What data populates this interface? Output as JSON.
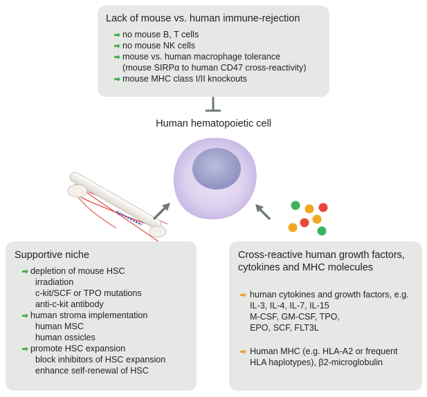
{
  "colors": {
    "box_bg": "#e6e8e5",
    "bullet_green": "#4caf50",
    "bullet_orange": "#e8a33d",
    "arrow_gray": "#6e7a78"
  },
  "top_box": {
    "title": "Lack of mouse vs. human immune-rejection",
    "items": [
      {
        "lines": [
          "no mouse B, T cells"
        ]
      },
      {
        "lines": [
          "no mouse NK cells"
        ]
      },
      {
        "lines": [
          "mouse vs. human macrophage tolerance",
          "(mouse SIRPα to human CD47 cross-reactivity)"
        ]
      },
      {
        "lines": [
          "mouse MHC class I/II knockouts"
        ]
      }
    ]
  },
  "center": {
    "label": "Human hematopoietic cell",
    "inhibition_symbol": "inhibition-bar",
    "cell_icon": "cell-icon",
    "bone_icon": "bone-icon",
    "growth_factor_icon": "growth-factor-dots-icon"
  },
  "left_box": {
    "title": "Supportive niche",
    "items": [
      {
        "label": "depletion of mouse HSC",
        "subs": [
          "irradiation",
          "c-kit/SCF or TPO mutations",
          "anti-c-kit antibody"
        ]
      },
      {
        "label": "human stroma implementation",
        "subs": [
          "human MSC",
          "human ossicles"
        ]
      },
      {
        "label": "promote HSC expansion",
        "subs": [
          "block inhibitors of HSC expansion",
          "enhance self-renewal of HSC"
        ]
      }
    ]
  },
  "right_box": {
    "title_lines": [
      "Cross-reactive human growth factors,",
      "cytokines and MHC molecules"
    ],
    "items": [
      {
        "label": "human cytokines and growth factors, e.g.",
        "subs": [
          "IL-3, IL-4, IL-7, IL-15",
          "M-CSF, GM-CSF, TPO,",
          "EPO, SCF, FLT3L"
        ]
      },
      {
        "label": "Human MHC (e.g. HLA-A2 or frequent",
        "subs": [
          "HLA haplotypes), β2-microglobulin"
        ]
      }
    ]
  }
}
